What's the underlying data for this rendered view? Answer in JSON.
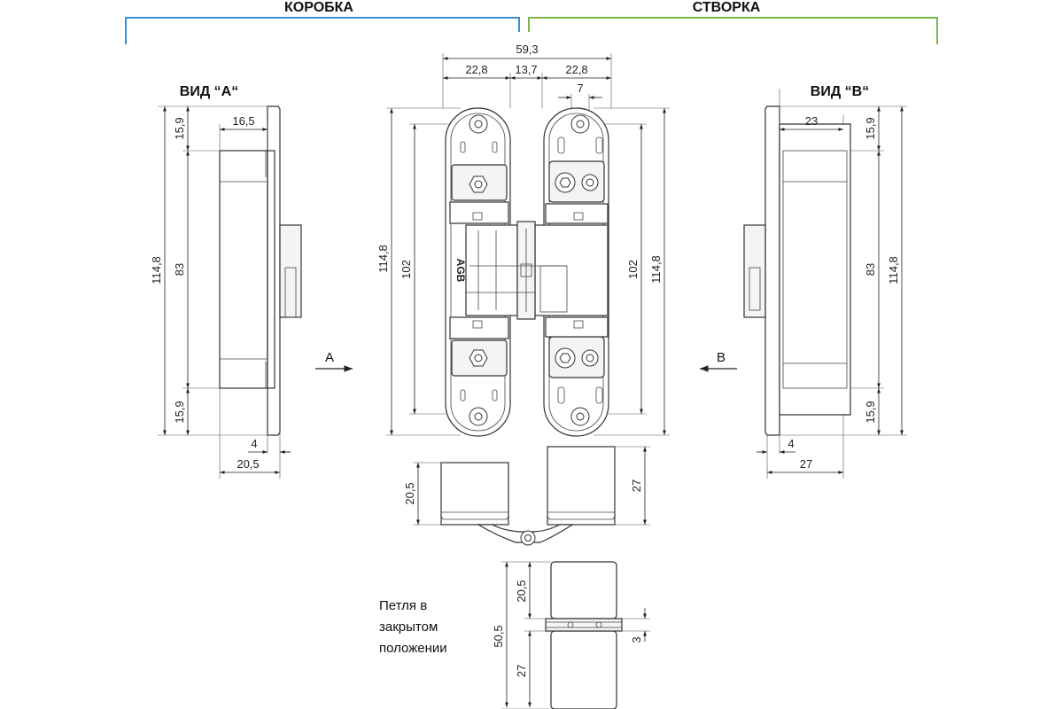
{
  "headers": {
    "left": "КОРОБКА",
    "right": "СТВОРКА",
    "left_color": "#3a8fd6",
    "right_color": "#7ab648"
  },
  "views": {
    "a_title": "ВИД “А“",
    "b_title": "ВИД “В“",
    "arrow_a": "A",
    "arrow_b": "B"
  },
  "logo": "AGB",
  "note": {
    "line1": "Петля в",
    "line2": "закрытом",
    "line3": "положении"
  },
  "dims": {
    "top_total": "59,3",
    "top_left": "22,8",
    "top_mid": "13,7",
    "top_right": "22,8",
    "top_slot": "7",
    "front_height_left": "114,8",
    "front_inner_left": "102",
    "front_inner_right": "102",
    "front_height_right": "114,8",
    "a_top": "15,9",
    "a_width": "16,5",
    "a_mid": "83",
    "a_total": "114,8",
    "a_bottom": "15,9",
    "a_small": "4",
    "a_depth": "20,5",
    "b_top": "15,9",
    "b_width": "23",
    "b_mid": "83",
    "b_total": "114,8",
    "b_bottom": "15,9",
    "b_small": "4",
    "b_depth": "27",
    "bottom_left": "20,5",
    "bottom_right": "27",
    "closed_upper": "20,5",
    "closed_total": "50,5",
    "closed_lower": "27",
    "closed_gap": "3"
  }
}
